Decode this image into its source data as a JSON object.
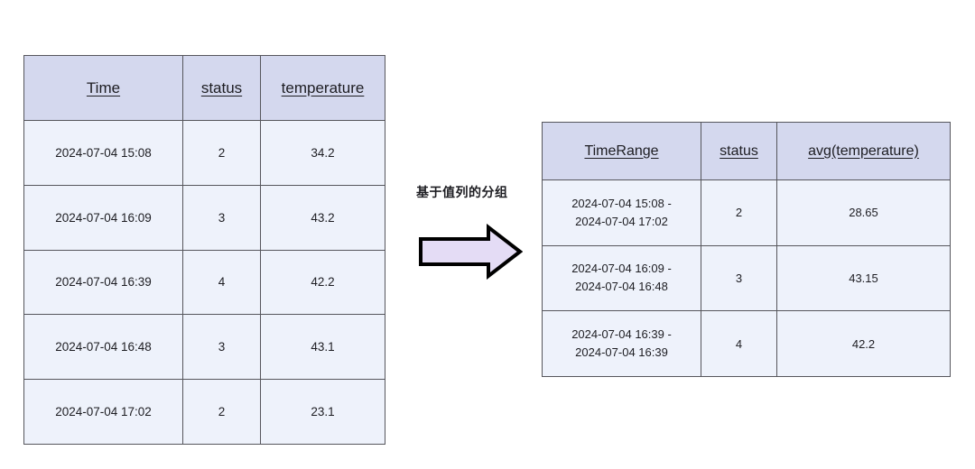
{
  "canvas": {
    "background": "#ffffff",
    "header_fill": "#d4d8ee",
    "cell_fill": "#eef2fb",
    "border_color": "#56565c",
    "arrow_fill": "#e4dcf5",
    "arrow_stroke": "#000000"
  },
  "source_table": {
    "name": "source-readings-table",
    "columns": [
      "Time",
      "status",
      "temperature"
    ],
    "rows": [
      {
        "time": "2024-07-04 15:08",
        "status": "2",
        "temperature": "34.2"
      },
      {
        "time": "2024-07-04 16:09",
        "status": "3",
        "temperature": "43.2"
      },
      {
        "time": "2024-07-04 16:39",
        "status": "4",
        "temperature": "42.2"
      },
      {
        "time": "2024-07-04 16:48",
        "status": "3",
        "temperature": "43.1"
      },
      {
        "time": "2024-07-04 17:02",
        "status": "2",
        "temperature": "23.1"
      }
    ]
  },
  "transform": {
    "label": "基于值列的分组",
    "arrow_icon": "right-arrow-icon"
  },
  "result_table": {
    "name": "grouped-result-table",
    "columns": [
      "TimeRange",
      "status",
      "avg(temperature)"
    ],
    "rows": [
      {
        "range_start": "2024-07-04 15:08 -",
        "range_end": "2024-07-04 17:02",
        "status": "2",
        "avg_temperature": "28.65"
      },
      {
        "range_start": "2024-07-04 16:09 -",
        "range_end": "2024-07-04 16:48",
        "status": "3",
        "avg_temperature": "43.15"
      },
      {
        "range_start": "2024-07-04 16:39 -",
        "range_end": "2024-07-04 16:39",
        "status": "4",
        "avg_temperature": "42.2"
      }
    ]
  }
}
